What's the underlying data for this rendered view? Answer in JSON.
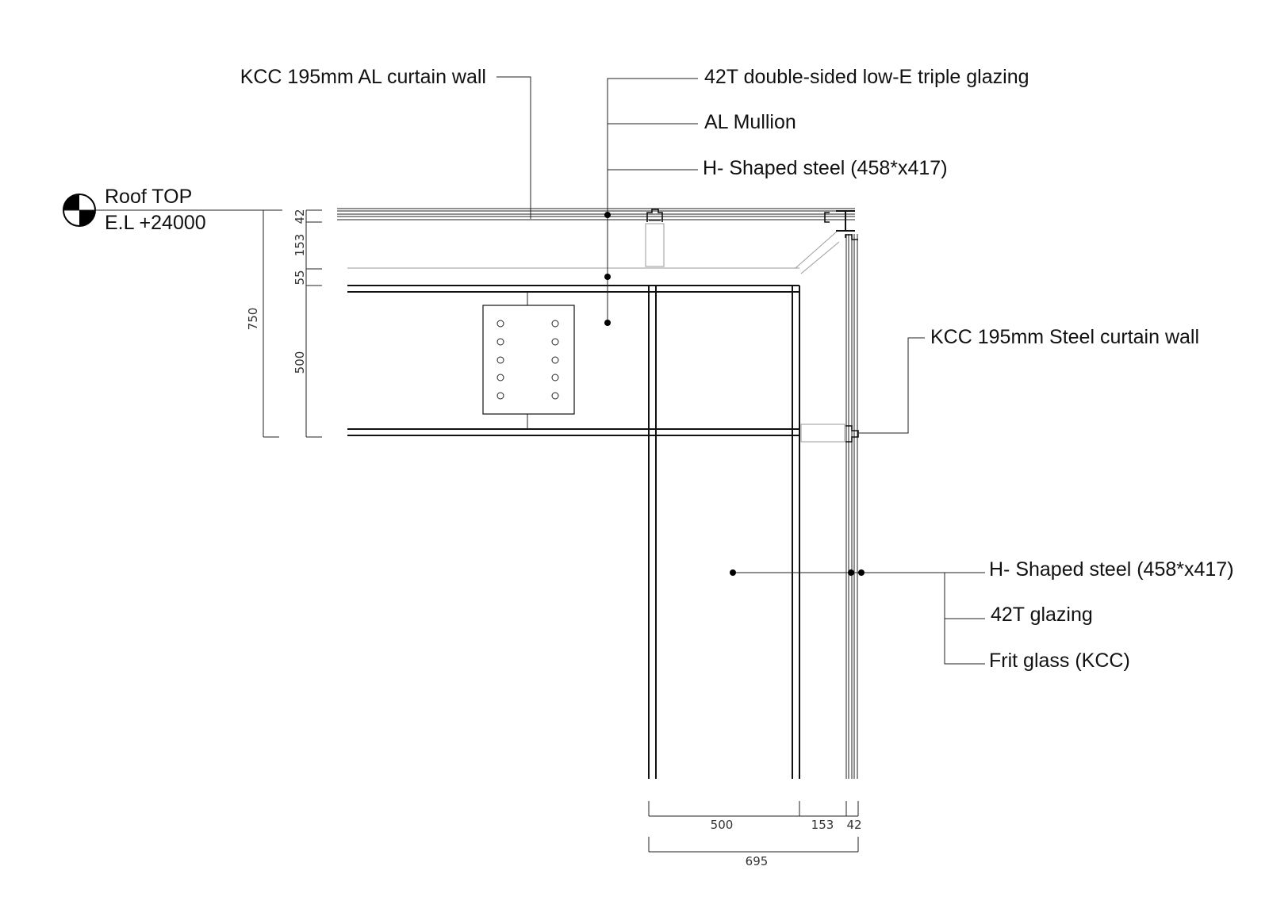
{
  "labels": {
    "al_curtain_wall": "KCC 195mm AL curtain wall",
    "triple_glazing": "42T double-sided low-E triple glazing",
    "al_mullion": "AL Mullion",
    "h_steel_top": "H- Shaped steel (458*x417)",
    "steel_curtain_wall": "KCC 195mm Steel curtain wall",
    "h_steel_bottom": "H- Shaped steel (458*x417)",
    "glazing_42t": "42T glazing",
    "frit_glass": "Frit glass (KCC)"
  },
  "level_marker": {
    "title": "Roof TOP",
    "elevation": "E.L  +24000"
  },
  "vertical_dimensions": {
    "d42": "42",
    "d153": "153",
    "d55": "55",
    "d500": "500",
    "total": "750"
  },
  "horizontal_dimensions": {
    "d500": "500",
    "d153": "153",
    "d42": "42",
    "total": "695"
  }
}
